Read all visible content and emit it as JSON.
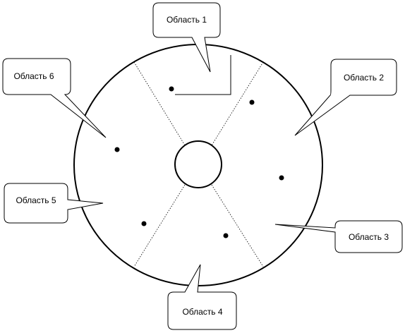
{
  "colors": {
    "stroke": "#000000",
    "background": "#ffffff",
    "callout_fill": "#ffffff"
  },
  "regions": [
    {
      "label": "Область 1"
    },
    {
      "label": "Область 2"
    },
    {
      "label": "Область 3"
    },
    {
      "label": "Область 4"
    },
    {
      "label": "Область 5"
    },
    {
      "label": "Область 6"
    }
  ]
}
